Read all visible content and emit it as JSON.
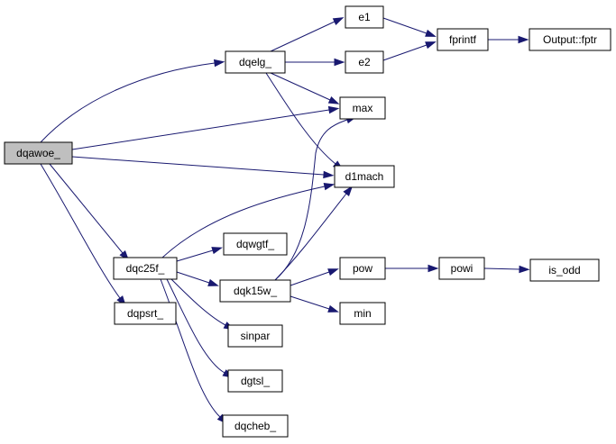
{
  "graph": {
    "nodes": {
      "dqawoe": "dqawoe_",
      "dqelg": "dqelg_",
      "e1": "e1",
      "e2": "e2",
      "fprintf": "fprintf",
      "output_fptr": "Output::fptr",
      "max": "max",
      "d1mach": "d1mach",
      "dqc25f": "dqc25f_",
      "dqwgtf": "dqwgtf_",
      "dqk15w": "dqk15w_",
      "pow": "pow",
      "powi": "powi",
      "is_odd": "is_odd",
      "min": "min",
      "dqpsrt": "dqpsrt_",
      "sinpar": "sinpar",
      "dgtsl": "dgtsl_",
      "dqcheb": "dqcheb_"
    },
    "edges": [
      [
        "dqawoe",
        "dqelg"
      ],
      [
        "dqawoe",
        "max"
      ],
      [
        "dqawoe",
        "d1mach"
      ],
      [
        "dqawoe",
        "dqc25f"
      ],
      [
        "dqawoe",
        "dqpsrt"
      ],
      [
        "dqelg",
        "e1"
      ],
      [
        "dqelg",
        "e2"
      ],
      [
        "dqelg",
        "max"
      ],
      [
        "dqelg",
        "d1mach"
      ],
      [
        "e1",
        "fprintf"
      ],
      [
        "e2",
        "fprintf"
      ],
      [
        "fprintf",
        "output_fptr"
      ],
      [
        "dqc25f",
        "d1mach"
      ],
      [
        "dqc25f",
        "dqwgtf"
      ],
      [
        "dqc25f",
        "dqk15w"
      ],
      [
        "dqc25f",
        "sinpar"
      ],
      [
        "dqc25f",
        "dgtsl"
      ],
      [
        "dqc25f",
        "dqcheb"
      ],
      [
        "dqk15w",
        "max"
      ],
      [
        "dqk15w",
        "d1mach"
      ],
      [
        "dqk15w",
        "pow"
      ],
      [
        "dqk15w",
        "min"
      ],
      [
        "pow",
        "powi"
      ],
      [
        "powi",
        "is_odd"
      ]
    ],
    "colors": {
      "edge": "#191970",
      "root_fill": "#bfbfbf",
      "node_fill": "#ffffff",
      "node_border": "#000000"
    }
  }
}
